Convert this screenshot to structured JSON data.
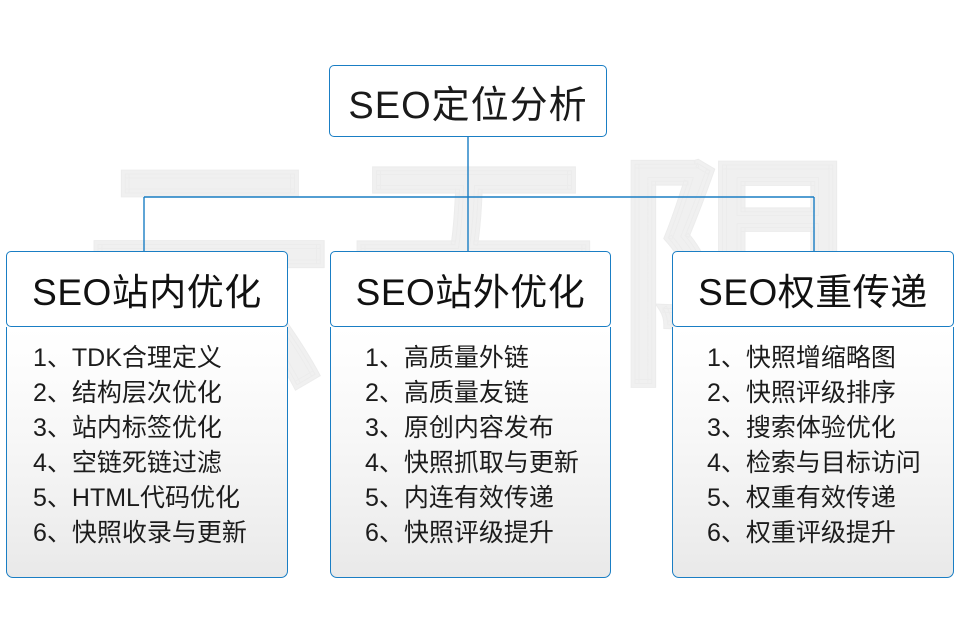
{
  "watermark": {
    "text": "云无限"
  },
  "colors": {
    "border": "#1a7ec4",
    "text": "#1a1a1a",
    "body_background_top": "#ffffff",
    "body_background_bottom": "#e9e9e9",
    "watermark": "#f0f0f0"
  },
  "diagram": {
    "type": "org-chart",
    "root": {
      "label": "SEO定位分析"
    },
    "branches": [
      {
        "header": "SEO站内优化",
        "items": [
          {
            "num": "1、",
            "text": "TDK合理定义"
          },
          {
            "num": "2、",
            "text": "结构层次优化"
          },
          {
            "num": "3、",
            "text": "站内标签优化"
          },
          {
            "num": "4、",
            "text": "空链死链过滤"
          },
          {
            "num": "5、",
            "text": "HTML代码优化"
          },
          {
            "num": "6、",
            "text": "快照收录与更新"
          }
        ]
      },
      {
        "header": "SEO站外优化",
        "items": [
          {
            "num": "1、",
            "text": "高质量外链"
          },
          {
            "num": "2、",
            "text": "高质量友链"
          },
          {
            "num": "3、",
            "text": "原创内容发布"
          },
          {
            "num": "4、",
            "text": "快照抓取与更新"
          },
          {
            "num": "5、",
            "text": "内连有效传递"
          },
          {
            "num": "6、",
            "text": "快照评级提升"
          }
        ]
      },
      {
        "header": "SEO权重传递",
        "items": [
          {
            "num": "1、",
            "text": "快照增缩略图"
          },
          {
            "num": "2、",
            "text": "快照评级排序"
          },
          {
            "num": "3、",
            "text": "搜索体验优化"
          },
          {
            "num": "4、",
            "text": "检索与目标访问"
          },
          {
            "num": "5、",
            "text": "权重有效传递"
          },
          {
            "num": "6、",
            "text": "权重评级提升"
          }
        ]
      }
    ]
  }
}
